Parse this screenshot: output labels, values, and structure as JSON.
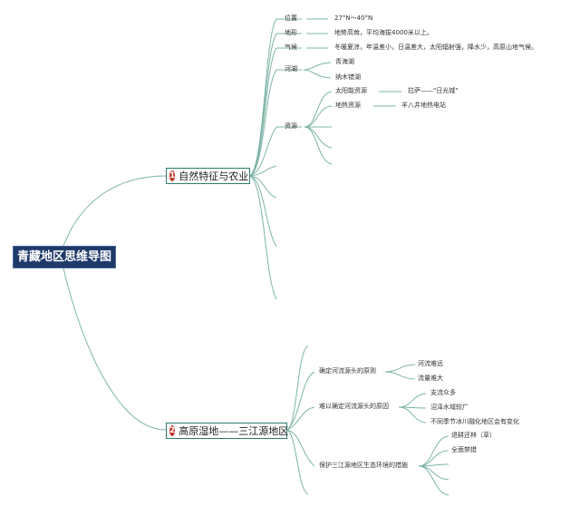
{
  "root": {
    "label": "青藏地区思维导图"
  },
  "branches": [
    {
      "number": "1",
      "label": "自然特征与农业",
      "items": {
        "location": {
          "label": "位置",
          "value": "27°N～40°N"
        },
        "terrain": {
          "label": "地形",
          "value": "地势高耸，平均海拔4000米以上。"
        },
        "climate": {
          "label": "气候",
          "value": "冬暖夏凉，年温差小，日温差大，太阳辐射强，降水少，高原山地气候。"
        },
        "lakes": {
          "label": "河湖",
          "children": [
            "青海湖",
            "纳木错湖"
          ]
        },
        "resources": {
          "label": "资源",
          "children": [
            {
              "label": "太阳能资源",
              "value": "拉萨——\"日光城\""
            },
            {
              "label": "地热资源",
              "value": "羊八井地热电站"
            }
          ]
        }
      }
    },
    {
      "number": "2",
      "label": "高原湿地——三江源地区",
      "items": {
        "principle": {
          "label": "确定河流源头的原则",
          "children": [
            "河流难远",
            "流量难大"
          ]
        },
        "difficulty": {
          "label": "难以确定河流源头的原因",
          "children": [
            "支流众多",
            "沼泽水域较广",
            "不同季节冰川融化地区会有变化"
          ]
        },
        "protection": {
          "label": "保护三江源地区生态环境的措施",
          "children": [
            "退耕还林（草）",
            "全面禁猎"
          ]
        }
      }
    }
  ],
  "colors": {
    "line": "#7fb4a8",
    "root_bg": "#1f3a6a",
    "branch_border": "#2f7a6f",
    "badge": "#c0382b"
  }
}
